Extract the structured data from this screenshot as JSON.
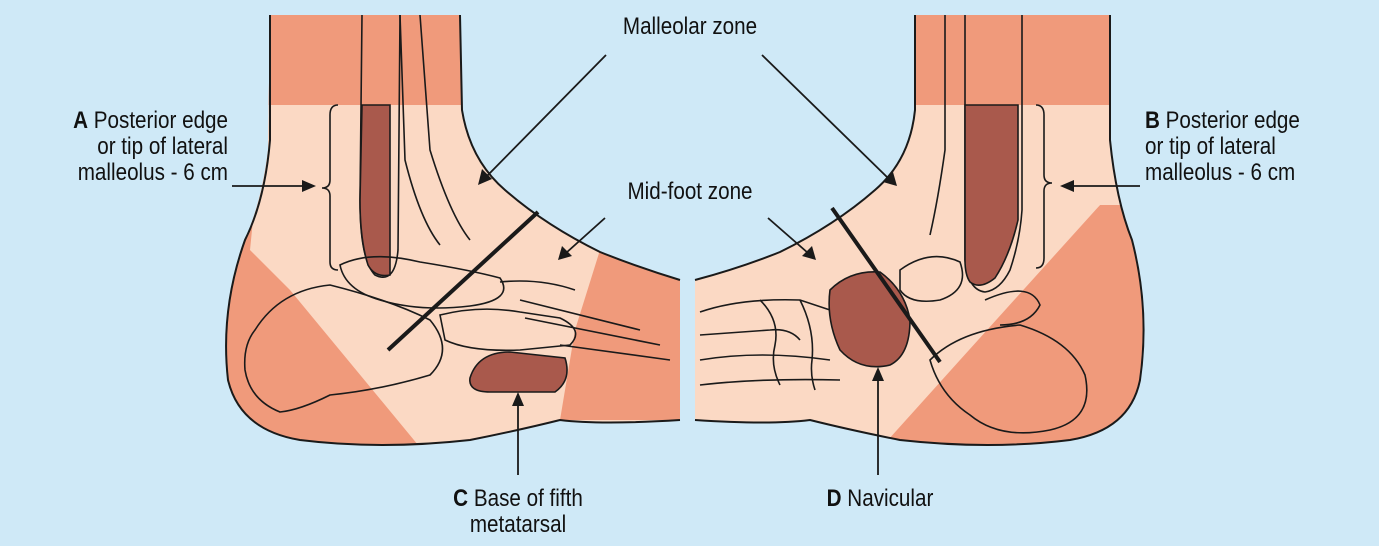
{
  "labels": {
    "malleolar_zone": "Malleolar zone",
    "mid_foot_zone": "Mid-foot zone",
    "a": {
      "letter": "A",
      "line1": "Posterior edge",
      "line2": "or tip of lateral",
      "line3": "malleolus - 6 cm"
    },
    "b": {
      "letter": "B",
      "line1": "Posterior edge",
      "line2": "or tip of lateral",
      "line3": "malleolus - 6 cm"
    },
    "c": {
      "letter": "C",
      "line1": "Base of fifth",
      "line2": "metatarsal"
    },
    "d": {
      "letter": "D",
      "line1": "Navicular"
    }
  },
  "colors": {
    "background": "#cfe9f7",
    "zone_light": "#fbd9c4",
    "zone_mid": "#f09a7b",
    "bone_dark": "#a9594c",
    "outline": "#1a1a1a"
  }
}
